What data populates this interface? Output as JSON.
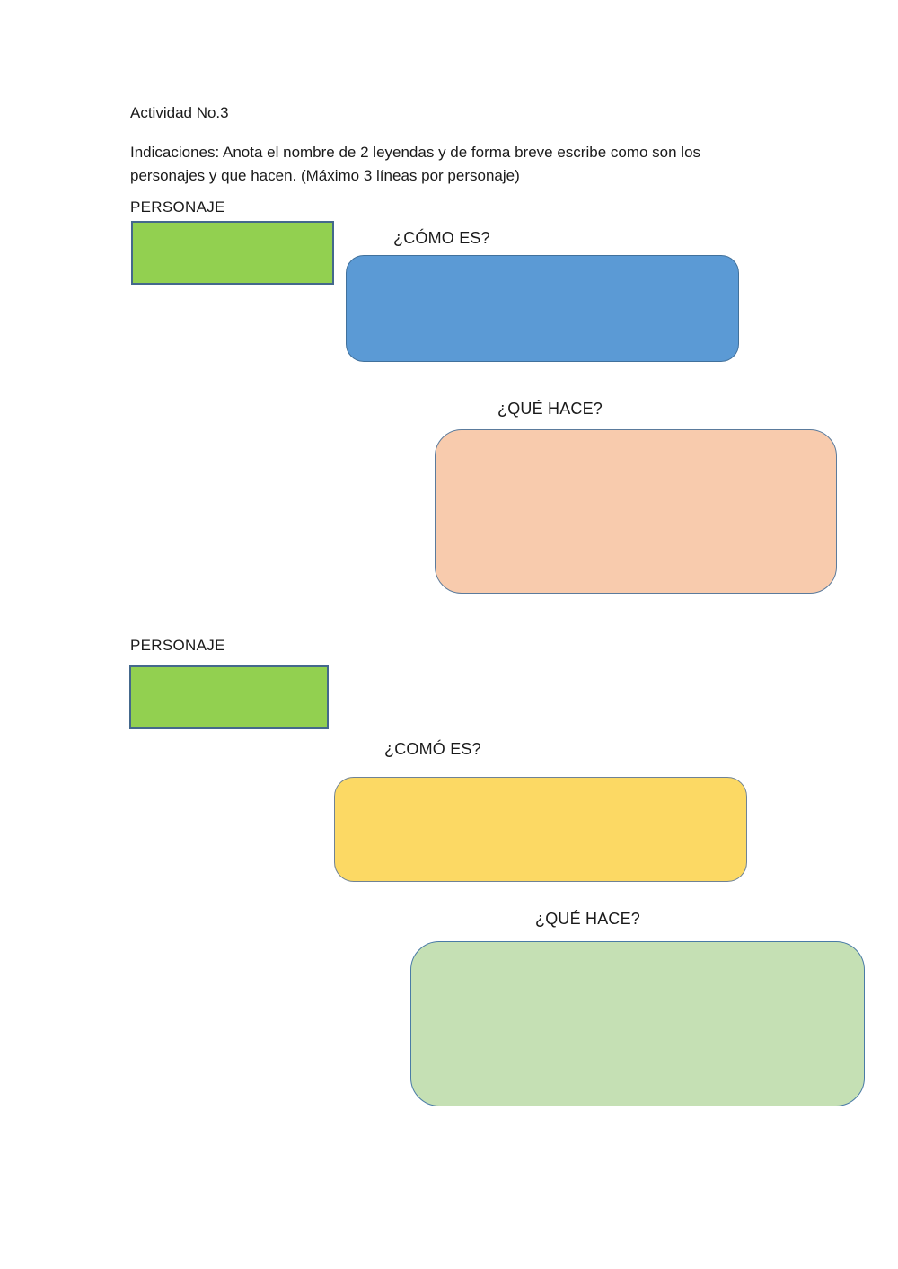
{
  "document": {
    "title": "Actividad No.3",
    "instructions": "Indicaciones: Anota el nombre de 2 leyendas y de forma breve escribe como son los personajes y que hacen. (Máximo 3 líneas por personaje)"
  },
  "sections": [
    {
      "personaje_label": "PERSONAJE",
      "personaje_value": "",
      "como_es_label": "¿CÓMO ES?",
      "como_es_value": "",
      "que_hace_label": "¿QUÉ HACE?",
      "que_hace_value": ""
    },
    {
      "personaje_label": "PERSONAJE",
      "personaje_value": "",
      "como_es_label": "¿COMÓ ES?",
      "como_es_value": "",
      "que_hace_label": "¿QUÉ HACE?",
      "que_hace_value": ""
    }
  ],
  "colors": {
    "name_box_fill": "#92d050",
    "name_box_border": "#44688c",
    "como_es_1_fill": "#5b9ad5",
    "como_es_1_border": "#41719c",
    "que_hace_1_fill": "#f8cbad",
    "que_hace_1_border": "#5b7b9c",
    "como_es_2_fill": "#fcd964",
    "como_es_2_border": "#6f8294",
    "que_hace_2_fill": "#c5e0b4",
    "que_hace_2_border": "#4a7ba6"
  }
}
